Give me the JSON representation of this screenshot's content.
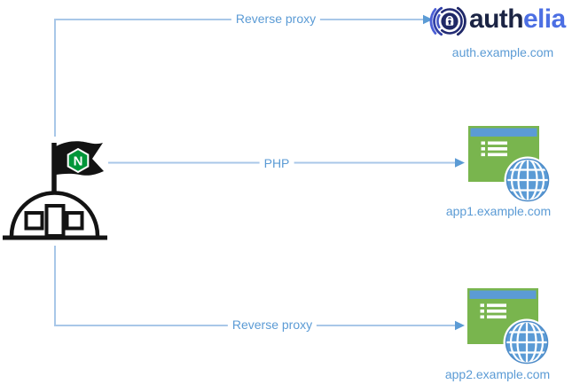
{
  "edges": [
    {
      "id": "nginx-to-authelia",
      "label": "Reverse proxy"
    },
    {
      "id": "nginx-to-app1",
      "label": "PHP"
    },
    {
      "id": "nginx-to-app2",
      "label": "Reverse proxy"
    }
  ],
  "nodes": {
    "nginx": {
      "flag_letter": "N"
    },
    "authelia": {
      "brand_prefix": "auth",
      "brand_suffix": "elia",
      "domain": "auth.example.com"
    },
    "app1": {
      "domain": "app1.example.com"
    },
    "app2": {
      "domain": "app2.example.com"
    }
  },
  "colors": {
    "connector_line": "#A8C7E8",
    "arrowhead": "#5B9BD5",
    "edge_label_text": "#5B9BD5",
    "domain_text": "#5B9BD5",
    "app_window_green": "#79B54E",
    "app_titlebar_blue": "#5B9BD5",
    "globe_blue": "#5B9BD5",
    "authelia_navy": "#1B2444",
    "authelia_blue": "#4C6FE3",
    "authelia_disc": "#1F2866",
    "nginx_green": "#009639",
    "icon_outline": "#131313"
  }
}
